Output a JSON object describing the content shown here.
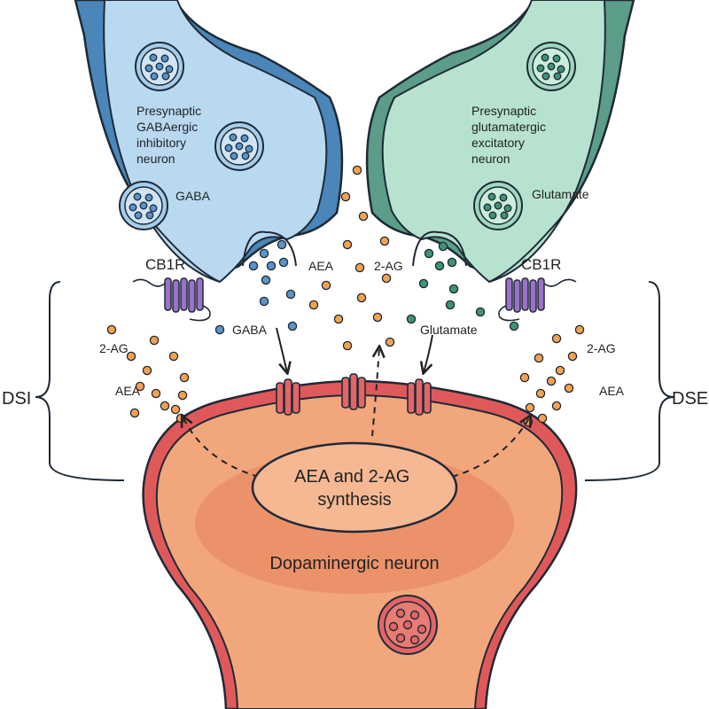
{
  "labels": {
    "gaba_neuron": [
      "Presynaptic",
      "GABAergic",
      "inhibitory",
      "neuron"
    ],
    "glu_neuron": [
      "Presynaptic",
      "glutamatergic",
      "excitatory",
      "neuron"
    ],
    "gaba_vesicle": "GABA",
    "glu_vesicle": "Glutamate",
    "cb1r_left": "CB1R",
    "cb1r_right": "CB1R",
    "aea_cleft": "AEA",
    "twoag_cleft": "2-AG",
    "gaba_release": "GABA",
    "glu_release": "Glutamate",
    "twoag_left": "2-AG",
    "aea_left": "AEA",
    "twoag_right": "2-AG",
    "aea_right": "AEA",
    "dsi": "DSI",
    "dse": "DSE",
    "synthesis": [
      "AEA and 2-AG",
      "synthesis"
    ],
    "dopamine_neuron": "Dopaminergic neuron"
  },
  "colors": {
    "gaba_neuron_fill": "#b9d9f1",
    "gaba_neuron_edge": "#4a86b9",
    "glu_neuron_fill": "#b7e2cf",
    "glu_neuron_edge": "#5b9d88",
    "dopamine_fill": "#f2a67c",
    "dopamine_inner": "#eb8e68",
    "dopamine_edge": "#e0595a",
    "receptor_purple": "#9b72c9",
    "receptor_red": "#e36566",
    "dot_orange": "#f5a14f",
    "dot_blue": "#5b93c9",
    "dot_green": "#3f9276"
  }
}
